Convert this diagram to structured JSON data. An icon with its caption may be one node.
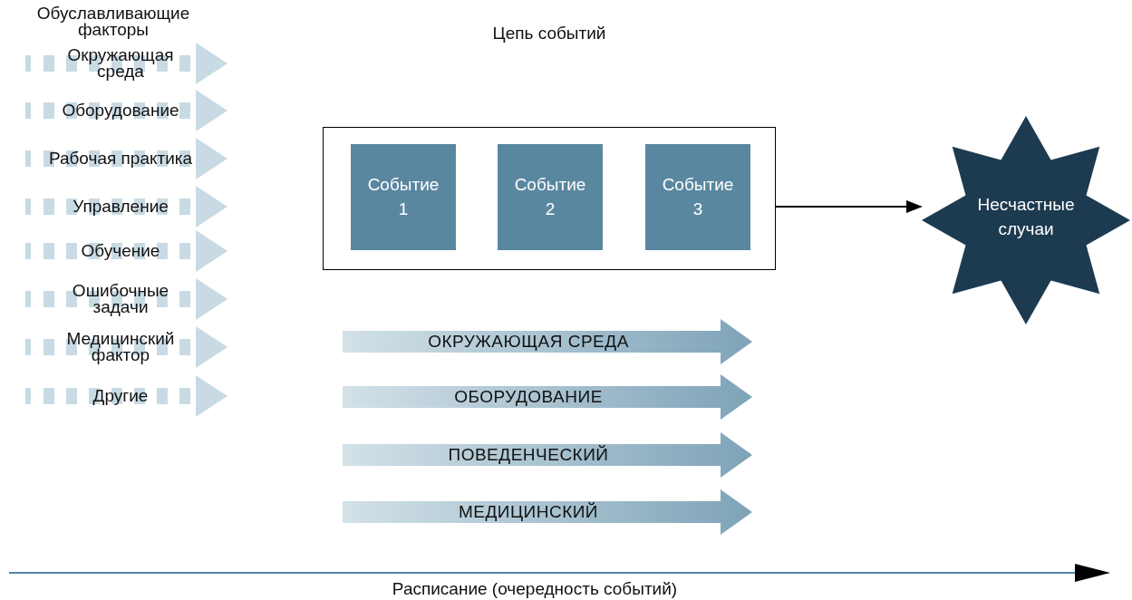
{
  "diagram": {
    "nodes": [
      {
        "text": [
          "Цепь событий"
        ]
      },
      {
        "text": [
          "Событие 1"
        ],
        "in": 0
      },
      {
        "text": [
          "Событие 2"
        ],
        "in": 0
      },
      {
        "text": [
          "Событие 3"
        ],
        "in": 0
      },
      {
        "text": [
          "Несчастные случаи"
        ]
      },
      {
        "text": [
          "Окружающая среда"
        ]
      },
      {
        "text": [
          "Оборудование"
        ]
      },
      {
        "text": [
          "Рабочая практика"
        ]
      },
      {
        "text": [
          "Управление"
        ]
      },
      {
        "text": [
          "Обучение"
        ]
      },
      {
        "text": [
          "Ошибочные задачи"
        ]
      },
      {
        "text": [
          "Медицинский фактор"
        ]
      },
      {
        "text": [
          "Другие"
        ]
      },
      {
        "text": [
          "ОКРУЖАЮЩАЯ СРЕДА"
        ]
      },
      {
        "text": [
          "ОБОРУДОВАНИЕ"
        ]
      },
      {
        "text": [
          "ПОВЕДЕНЧЕСКИЙ"
        ]
      },
      {
        "text": [
          "МЕДИЦИНСКИЙ"
        ]
      }
    ],
    "edges": [
      {
        "from": 0,
        "to": 4,
        "arrow": "to"
      }
    ],
    "labels": [
      "Обуславливающие факторы",
      "Расписание (очередность событий)"
    ]
  }
}
